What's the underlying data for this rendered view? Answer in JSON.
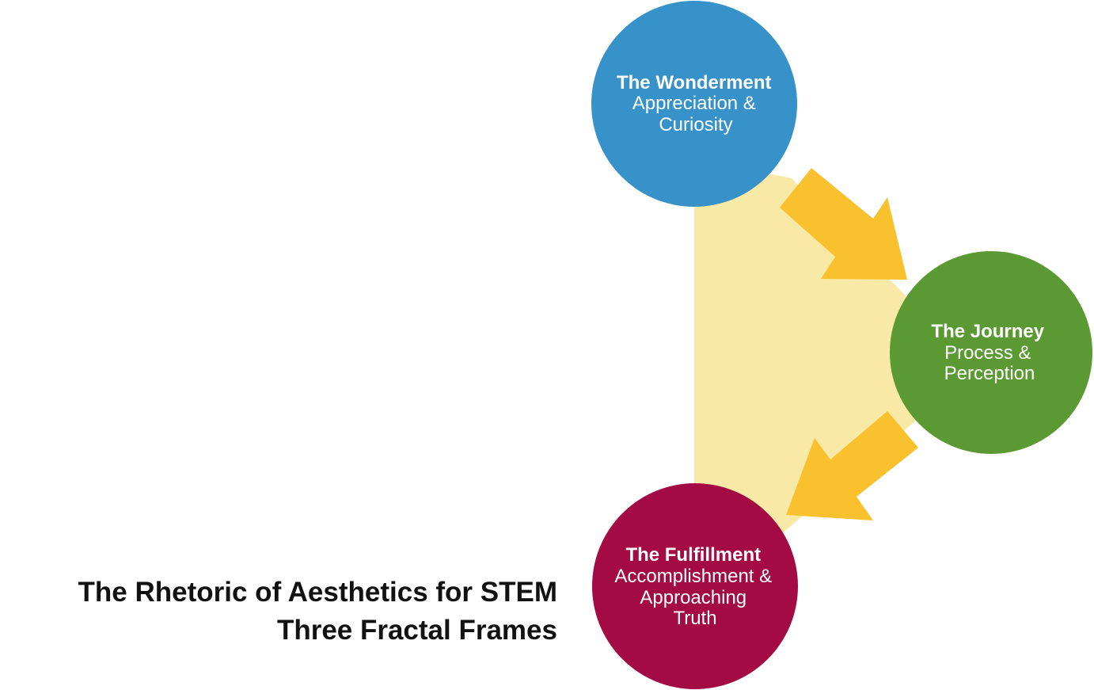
{
  "caption": {
    "line1": "The Rhetoric of Aesthetics for STEM",
    "line2": "Three Fractal Frames"
  },
  "nodes": [
    {
      "id": "wonderment",
      "title": "The Wonderment",
      "subtitle_lines": [
        "Appreciation &",
        "Curiosity"
      ],
      "color": "#3692c8"
    },
    {
      "id": "journey",
      "title": "The Journey",
      "subtitle_lines": [
        "Process &",
        "Perception"
      ],
      "color": "#5b9a32"
    },
    {
      "id": "fulfillment",
      "title": "The Fulfillment",
      "subtitle_lines": [
        "Accomplishment &",
        "Approaching",
        "Truth"
      ],
      "color": "#a40a44"
    }
  ],
  "colors": {
    "background_band": "#f8eaa6",
    "arrow": "#f9c12e",
    "text_light": "#ffffff",
    "caption_text": "#111111"
  }
}
